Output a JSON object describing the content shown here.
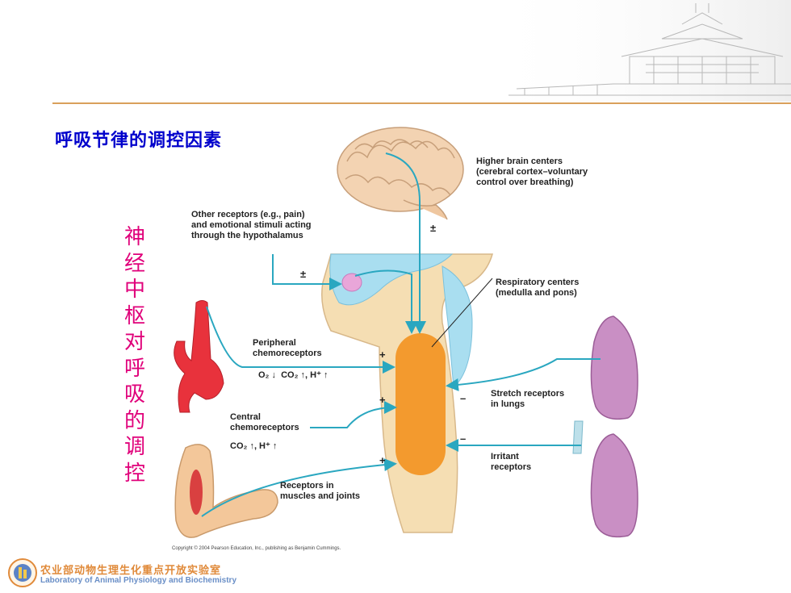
{
  "slide": {
    "title": "呼吸节律的调控因素",
    "vertical_title": "神经中枢对呼吸的调控"
  },
  "diagram": {
    "higher_brain": "Higher brain centers\n(cerebral cortex–voluntary\ncontrol over breathing)",
    "other_receptors": "Other receptors (e.g., pain)\nand emotional stimuli acting\nthrough the hypothalamus",
    "respiratory_centers": "Respiratory centers\n(medulla and pons)",
    "peripheral": "Peripheral\nchemoreceptors",
    "peripheral_stimuli": "O₂ ↓  CO₂ ↑, H⁺ ↑",
    "central": "Central\nchemoreceptors",
    "central_stimuli": "CO₂ ↑, H⁺ ↑",
    "stretch": "Stretch receptors\nin lungs",
    "irritant": "Irritant\nreceptors",
    "muscles": "Receptors in\nmuscles and joints",
    "copyright": "Copyright © 2004 Pearson Education, Inc., publishing as Benjamin Cummings."
  },
  "signs": {
    "brain": "±",
    "hypothalamus": "±",
    "peripheral": "+",
    "central": "+",
    "muscles": "+",
    "stretch": "–",
    "irritant": "–"
  },
  "footer": {
    "cn": "农业部动物生理生化重点开放实验室",
    "en": "Laboratory of Animal Physiology and Biochemistry"
  },
  "colors": {
    "title": "#0000cc",
    "vertical_title": "#e0007a",
    "arrow": "#2aa7c0",
    "respiratory_center": "#f39a2e",
    "brainstem": "#f5deb3",
    "ventricle": "#a9def0",
    "lung": "#c98fc4",
    "artery": "#e8323c"
  },
  "icons": [
    "building-sketch",
    "lab-logo-icon",
    "brain",
    "lungs",
    "artery",
    "arm"
  ]
}
